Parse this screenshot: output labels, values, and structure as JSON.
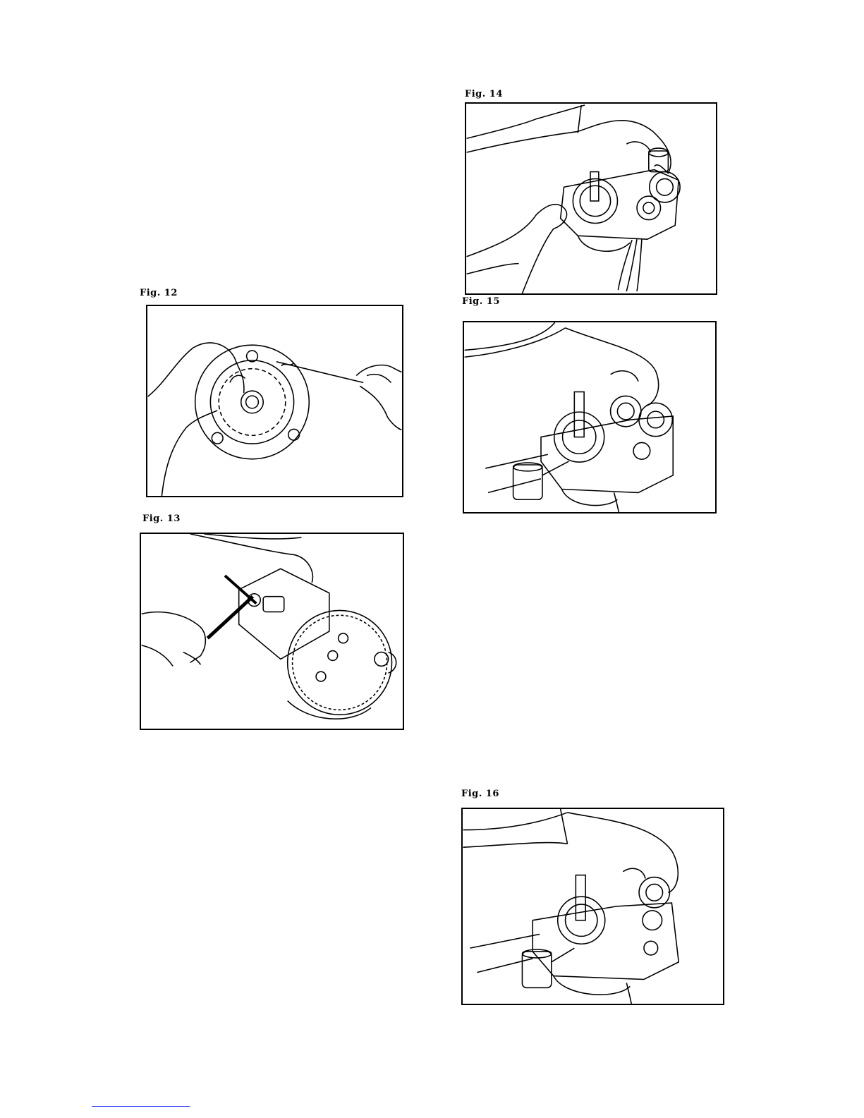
{
  "figures": {
    "fig12": {
      "caption": "Fig. 12",
      "illustration": "hands-pulling-spring-from-clutch-housing"
    },
    "fig13": {
      "caption": "Fig. 13",
      "illustration": "hex-key-removing-bolt-from-gear-cover"
    },
    "fig14": {
      "caption": "Fig. 14",
      "illustration": "hand-lifting-gear-from-crankcase"
    },
    "fig15": {
      "caption": "Fig. 15",
      "illustration": "hand-installing-gear-on-crankcase-with-piston"
    },
    "fig16": {
      "caption": "Fig. 16",
      "illustration": "hand-fitting-gear-on-crankcase-with-piston"
    }
  },
  "colors": {
    "ink": "#000000",
    "paper": "#ffffff",
    "footer_rule": "#2a3bff"
  }
}
